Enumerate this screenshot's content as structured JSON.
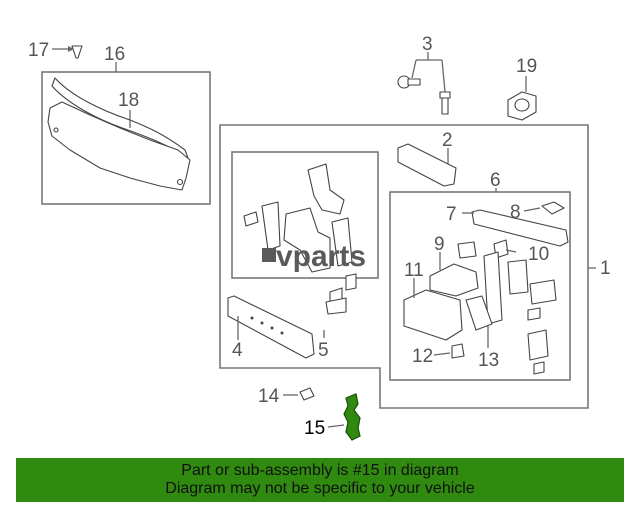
{
  "watermark": "vparts",
  "callouts": {
    "c1": "1",
    "c2": "2",
    "c3": "3",
    "c4": "4",
    "c5": "5",
    "c6": "6",
    "c7": "7",
    "c8": "8",
    "c9": "9",
    "c10": "10",
    "c11": "11",
    "c12": "12",
    "c13": "13",
    "c14": "14",
    "c15": "15",
    "c16": "16",
    "c17": "17",
    "c18": "18",
    "c19": "19"
  },
  "highlighted_part": "15",
  "colors": {
    "highlight": "#2f8a0f",
    "footer_bg": "#2f8a0f"
  },
  "footer": {
    "line1": "Part or sub-assembly is #15 in diagram",
    "line2": "Diagram may not be specific to your vehicle"
  }
}
